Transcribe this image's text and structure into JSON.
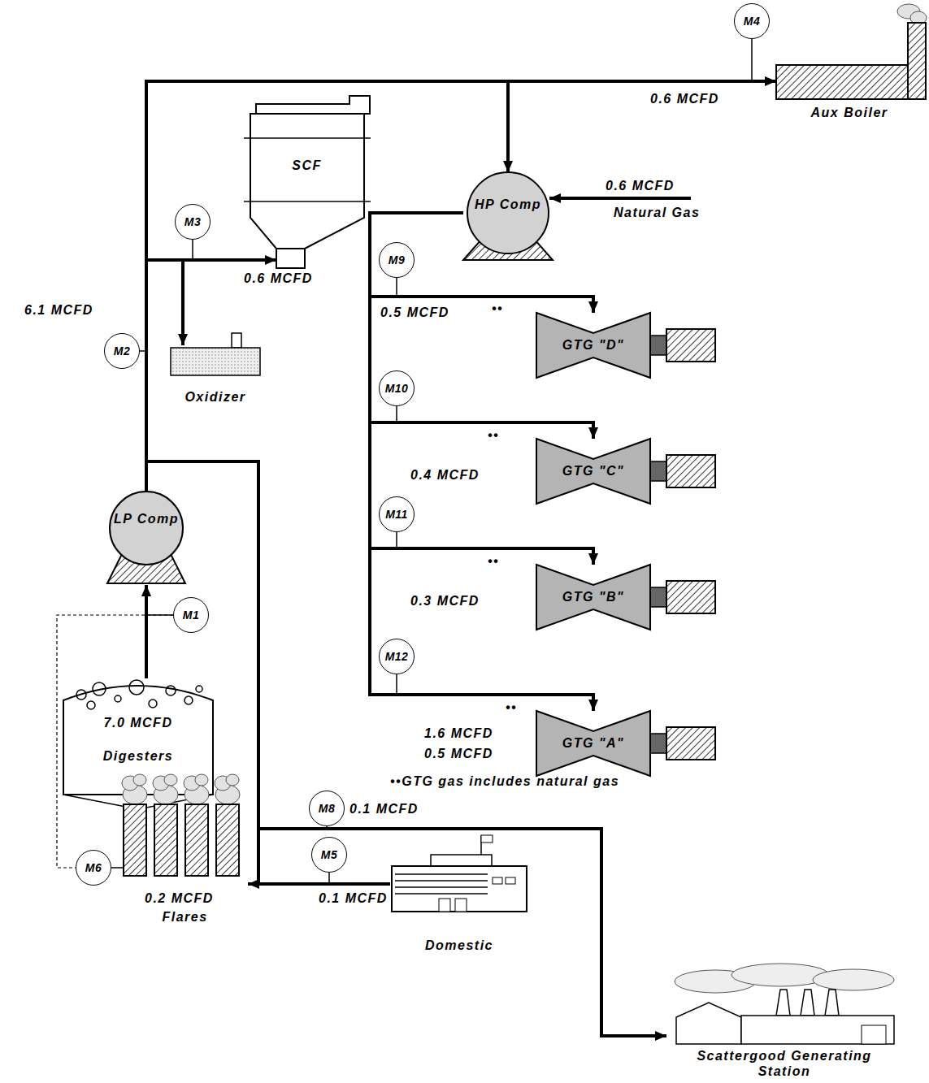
{
  "diagram": {
    "nodes": [
      {
        "text": [
          "M4"
        ]
      },
      {
        "text": [
          "Aux Boiler"
        ]
      },
      {
        "text": [
          "SCF"
        ]
      },
      {
        "text": [
          "M3"
        ]
      },
      {
        "text": [
          "HP Comp"
        ]
      },
      {
        "text": [
          "M2"
        ]
      },
      {
        "text": [
          "Oxidizer"
        ]
      },
      {
        "text": [
          "M9"
        ]
      },
      {
        "text": [
          "GTG \"D\""
        ]
      },
      {
        "text": [
          "M10"
        ]
      },
      {
        "text": [
          "GTG \"C\""
        ]
      },
      {
        "text": [
          "M11"
        ]
      },
      {
        "text": [
          "GTG \"B\""
        ]
      },
      {
        "text": [
          "LP Comp"
        ]
      },
      {
        "text": [
          "M1"
        ]
      },
      {
        "text": [
          "M12"
        ]
      },
      {
        "text": [
          "7.0 MCFD",
          "Digesters"
        ]
      },
      {
        "text": [
          "GTG \"A\""
        ]
      },
      {
        "text": [
          "M8"
        ]
      },
      {
        "text": [
          "M5"
        ]
      },
      {
        "text": [
          "M6"
        ]
      },
      {
        "text": [
          "Flares"
        ]
      },
      {
        "text": [
          "Domestic"
        ]
      },
      {
        "text": [
          "Scattergood Generating Station"
        ]
      }
    ],
    "edges": [
      {
        "from": 16,
        "to": 13,
        "arrow": "to"
      },
      {
        "from": 13,
        "to": 2,
        "arrow": "to"
      },
      {
        "from": 13,
        "to": 6,
        "arrow": "to"
      },
      {
        "from": 13,
        "to": 1,
        "arrow": "to"
      },
      {
        "from": 13,
        "to": 4,
        "arrow": "to"
      },
      {
        "from": 4,
        "to": 8,
        "arrow": "to"
      },
      {
        "from": 4,
        "to": 10,
        "arrow": "to"
      },
      {
        "from": 4,
        "to": 12,
        "arrow": "to"
      },
      {
        "from": 4,
        "to": 17,
        "arrow": "to"
      },
      {
        "from": 13,
        "to": 21,
        "arrow": "to"
      },
      {
        "from": 13,
        "to": 22,
        "arrow": "none"
      },
      {
        "from": 13,
        "to": 23,
        "arrow": "to"
      },
      {
        "from": 14,
        "to": 20,
        "arrow": "none"
      }
    ],
    "labels": [
      "6.1 MCFD",
      "0.6 MCFD",
      "0.6 MCFD",
      "0.6 MCFD",
      "Natural Gas",
      "0.5 MCFD",
      "••",
      "••",
      "0.4 MCFD",
      "••",
      "0.3 MCFD",
      "••",
      "1.6 MCFD",
      "0.5 MCFD",
      "••GTG gas includes natural gas",
      "0.1 MCFD",
      "0.1 MCFD",
      "0.2 MCFD"
    ]
  }
}
